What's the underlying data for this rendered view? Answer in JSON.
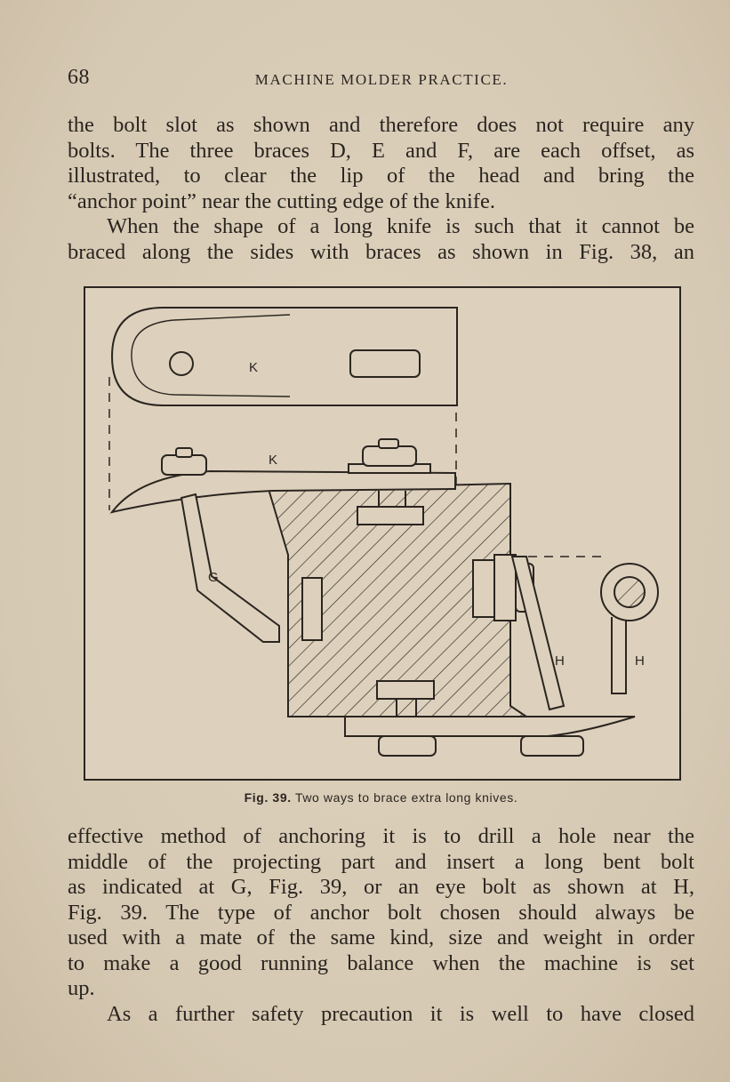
{
  "header": {
    "page_number": "68",
    "running_title": "MACHINE MOLDER PRACTICE."
  },
  "paragraph_1": {
    "lines": [
      "the bolt slot as shown and therefore does not require any",
      "bolts. The three braces D, E and F, are each offset, as",
      "illustrated, to clear the lip of the head and bring the",
      "“anchor point” near the cutting edge of the knife."
    ]
  },
  "paragraph_2": {
    "lines": [
      "When the shape of a long knife is such that it cannot be",
      "braced along the sides with braces as shown in Fig. 38, an"
    ]
  },
  "figure": {
    "labels": {
      "k_top": "K",
      "k_middle": "K",
      "g": "G",
      "h_left": "H",
      "h_right": "H"
    },
    "caption_label": "Fig. 39.",
    "caption_text": "Two ways to brace extra long knives."
  },
  "paragraph_3": {
    "lines": [
      "effective method of anchoring it is to drill a hole near the",
      "middle of the projecting part and insert a long bent bolt",
      "as indicated at G, Fig. 39, or an eye bolt as shown at H,",
      "Fig. 39. The type of anchor bolt chosen should always be",
      "used with a mate of the same kind, size and weight in order",
      "to make a good running balance when the machine is set",
      "up."
    ]
  },
  "paragraph_4": {
    "lines": [
      "As a further safety precaution it is well to have closed"
    ]
  }
}
